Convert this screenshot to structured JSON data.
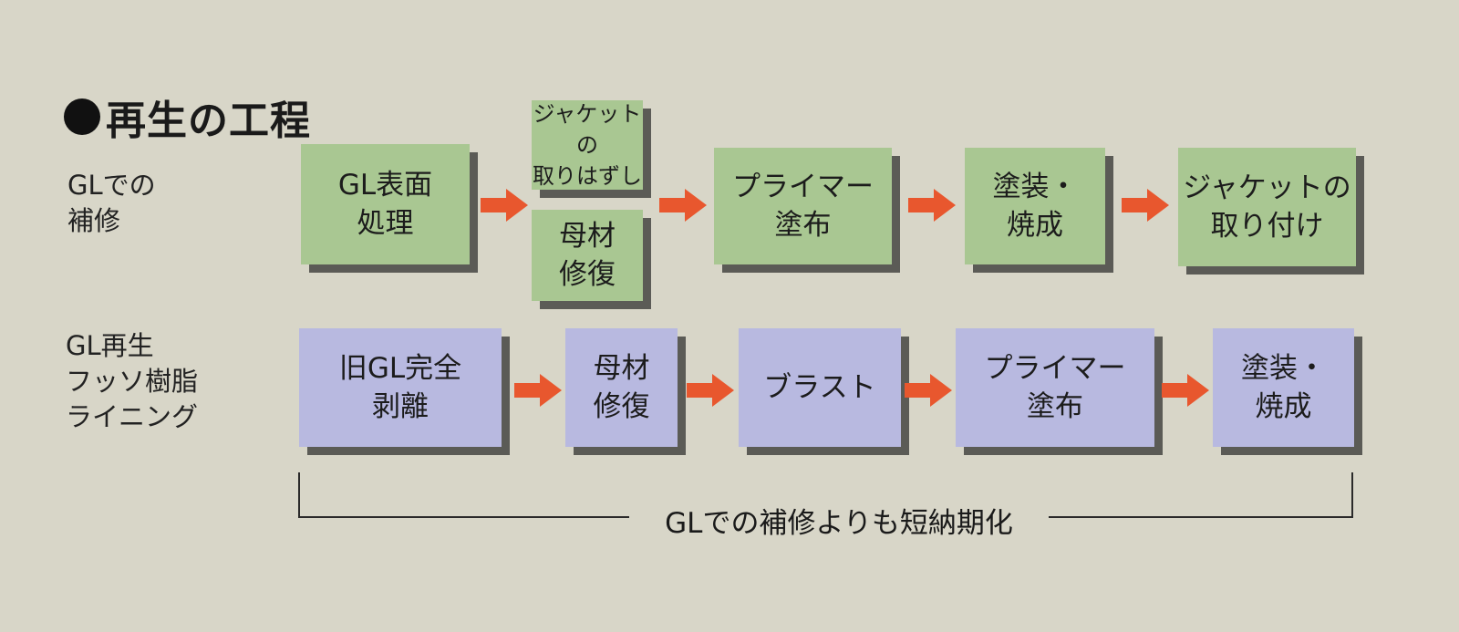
{
  "title": "再生の工程",
  "colors": {
    "background": "#d8d6c8",
    "green_box": "#a9c792",
    "blue_box": "#b8b9e0",
    "arrow": "#e8572e",
    "shadow": "#5b5b56"
  },
  "rows": {
    "gl_repair": {
      "label": "GLでの\n補修",
      "steps": [
        "GL表面\n処理",
        "ジャケットの\n取りはずし",
        "母材\n修復",
        "プライマー\n塗布",
        "塗装・\n焼成",
        "ジャケットの\n取り付け"
      ]
    },
    "gl_regen": {
      "label": "GL再生\nフッソ樹脂\nライニング",
      "steps": [
        "旧GL完全\n剥離",
        "母材\n修復",
        "ブラスト",
        "プライマー\n塗布",
        "塗装・\n焼成"
      ]
    }
  },
  "bracket_label": "GLでの補修よりも短納期化"
}
